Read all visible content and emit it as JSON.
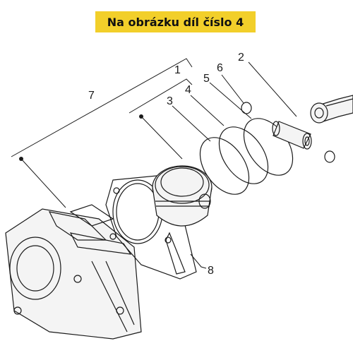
{
  "banner": {
    "text": "Na obrázku díl číslo 4",
    "color": "#f2cf2a"
  },
  "callouts": {
    "c1": "1",
    "c2": "2",
    "c3": "3",
    "c4": "4",
    "c5": "5",
    "c6": "6",
    "c7": "7",
    "c8": "8"
  },
  "parts": [
    {
      "id": "1",
      "icon": "piston-kit-group"
    },
    {
      "id": "2",
      "icon": "connecting-rod-icon"
    },
    {
      "id": "3",
      "icon": "piston-icon"
    },
    {
      "id": "4",
      "icon": "piston-ring-icon"
    },
    {
      "id": "5",
      "icon": "piston-pin-icon"
    },
    {
      "id": "6",
      "icon": "circlip-icon"
    },
    {
      "id": "7",
      "icon": "cylinder-assembly-group"
    },
    {
      "id": "8",
      "icon": "gasket-icon"
    }
  ]
}
